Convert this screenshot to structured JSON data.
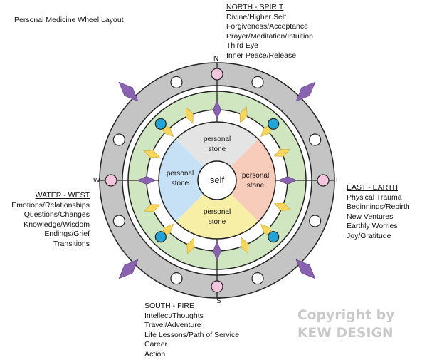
{
  "title": "Personal Medicine Wheel Layout",
  "compass": {
    "n": "N",
    "e": "E",
    "s": "S",
    "w": "W"
  },
  "center_label": "self",
  "segments": {
    "north": [
      "personal",
      "stone"
    ],
    "east": [
      "personal",
      "stone"
    ],
    "south": [
      "personal",
      "stone"
    ],
    "west": [
      "personal",
      "stone"
    ]
  },
  "north": {
    "heading": "NORTH - SPIRIT",
    "items": [
      "Divine/Higher Self",
      "Forgiveness/Acceptance",
      "Prayer/Meditation/Intuition",
      "Third Eye",
      "Inner Peace/Release"
    ]
  },
  "east": {
    "heading": "EAST - EARTH",
    "items": [
      "Physical Trauma",
      "Beginnings/Rebirth",
      "New Ventures",
      "Earthly Worries",
      "Joy/Gratitude"
    ]
  },
  "west": {
    "heading": "WATER - WEST",
    "items": [
      "Emotions/Relationships",
      "Questions/Changes",
      "Knowledge/Wisdom",
      "Endings/Grief",
      "Transitions"
    ]
  },
  "south": {
    "heading": "SOUTH - FIRE",
    "items": [
      "Intellect/Thoughts",
      "Travel/Adventure",
      "Life Lessons/Path of Service",
      "Career",
      "Action"
    ]
  },
  "copyright": [
    "Copyright by",
    "KEW DESIGN"
  ],
  "colors": {
    "outer_ring": "#c4c4c4",
    "green_ring": "#cfe6c1",
    "north_segment": "#e4e4e4",
    "east_segment": "#f8ccbb",
    "south_segment": "#f7efa5",
    "west_segment": "#c6e1f5",
    "pink_stone": "#f4c6dd",
    "blue_stone": "#22a4d7",
    "white_stone": "#ffffff",
    "purple_crystal": "#8a63b0",
    "yellow_crystal": "#f6d65c"
  }
}
